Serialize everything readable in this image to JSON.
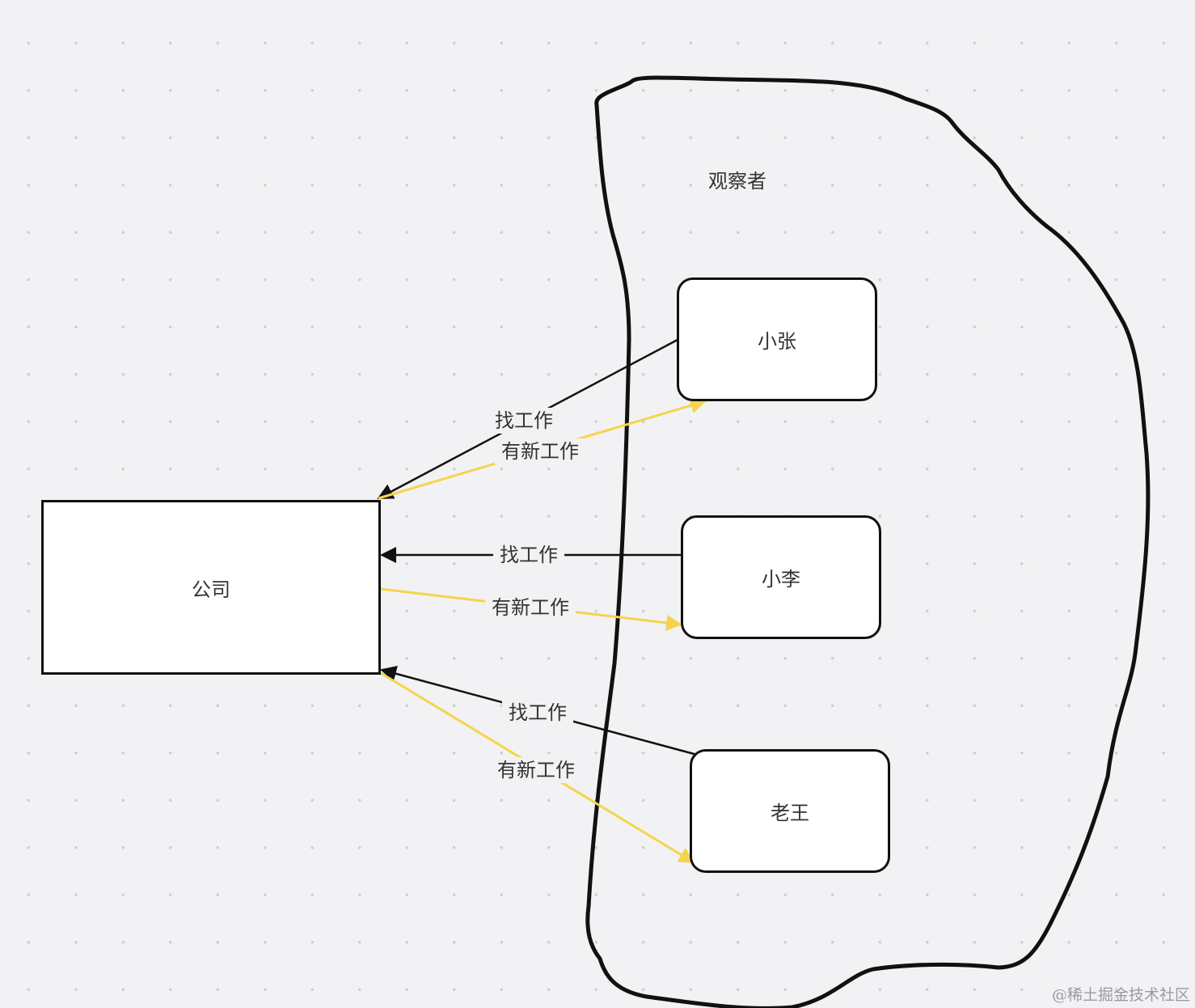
{
  "diagram": {
    "group_label": "观察者",
    "company": "公司",
    "observers": [
      "小张",
      "小李",
      "老王"
    ],
    "edge_labels": {
      "find_job": "找工作",
      "new_job": "有新工作"
    },
    "colors": {
      "request_edge": "#111111",
      "notify_edge": "#f5d44c",
      "node_border": "#111111",
      "background": "#f2f2f4"
    }
  },
  "watermark": "@稀土掘金技术社区"
}
